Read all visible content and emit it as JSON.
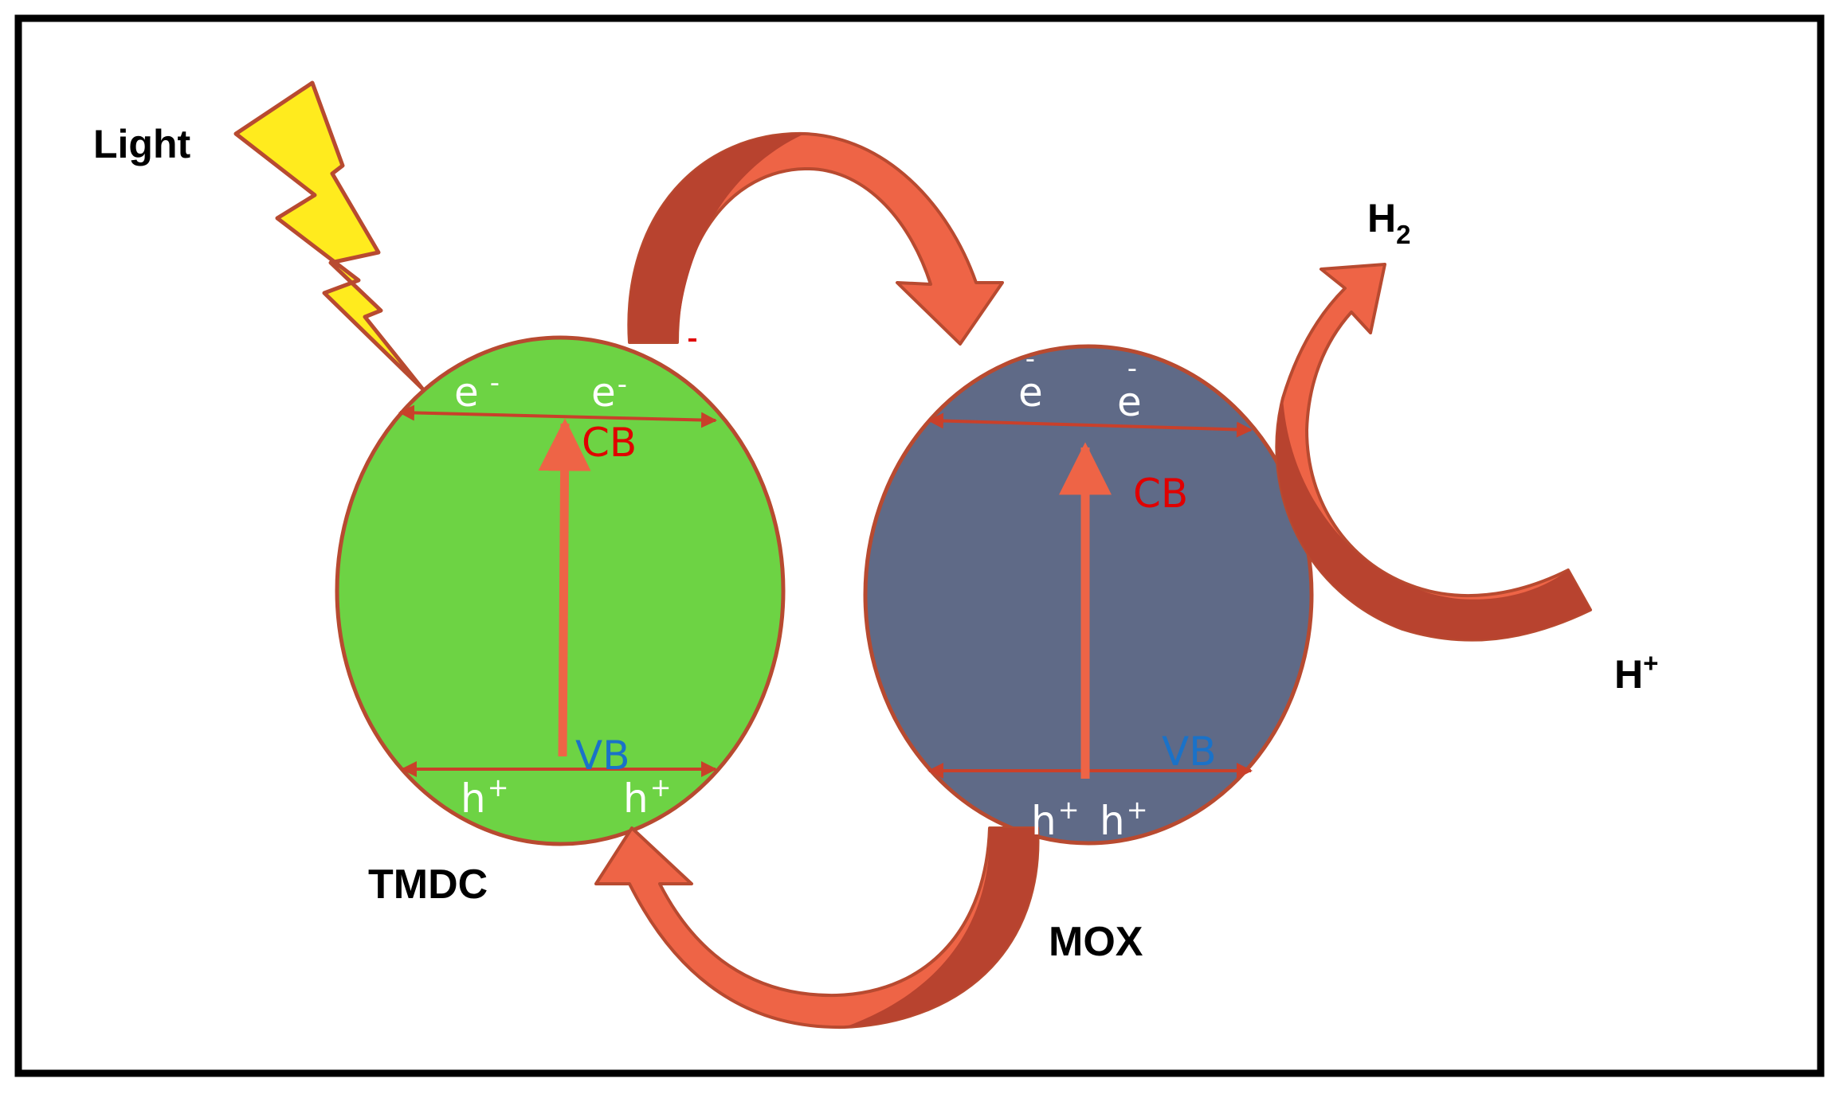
{
  "labels": {
    "light": "Light",
    "h2_main": "H",
    "h2_sub": "2",
    "hplus_main": "H",
    "hplus_sup": "+",
    "tmdc": "TMDC",
    "mox": "MOX"
  },
  "tmdc": {
    "e1": "e",
    "e1_sup": "-",
    "e2": "e",
    "e2_sup": "-",
    "cb": "CB",
    "vb": "VB",
    "h1": "h",
    "h1_sup": "+",
    "h2": "h",
    "h2_sup": "+"
  },
  "mox": {
    "e1": "e",
    "e1_sup": "-",
    "e2": "e",
    "e2_sup": "-",
    "cb": "CB",
    "vb": "VB",
    "h1": "h",
    "h1_sup": "+",
    "h2": "h",
    "h2_sup": "+"
  },
  "colors": {
    "tmdc_fill": "#6DD344",
    "mox_fill": "#5F6A87",
    "outline": "#B84A30",
    "arrow_light": "#EE6446",
    "arrow_dark": "#B8432F",
    "band_arrow": "#EE6446",
    "cb_text": "#E00000",
    "vb_text": "#1A72C8",
    "bolt_fill": "#FFEB1E",
    "frame": "#000000"
  }
}
